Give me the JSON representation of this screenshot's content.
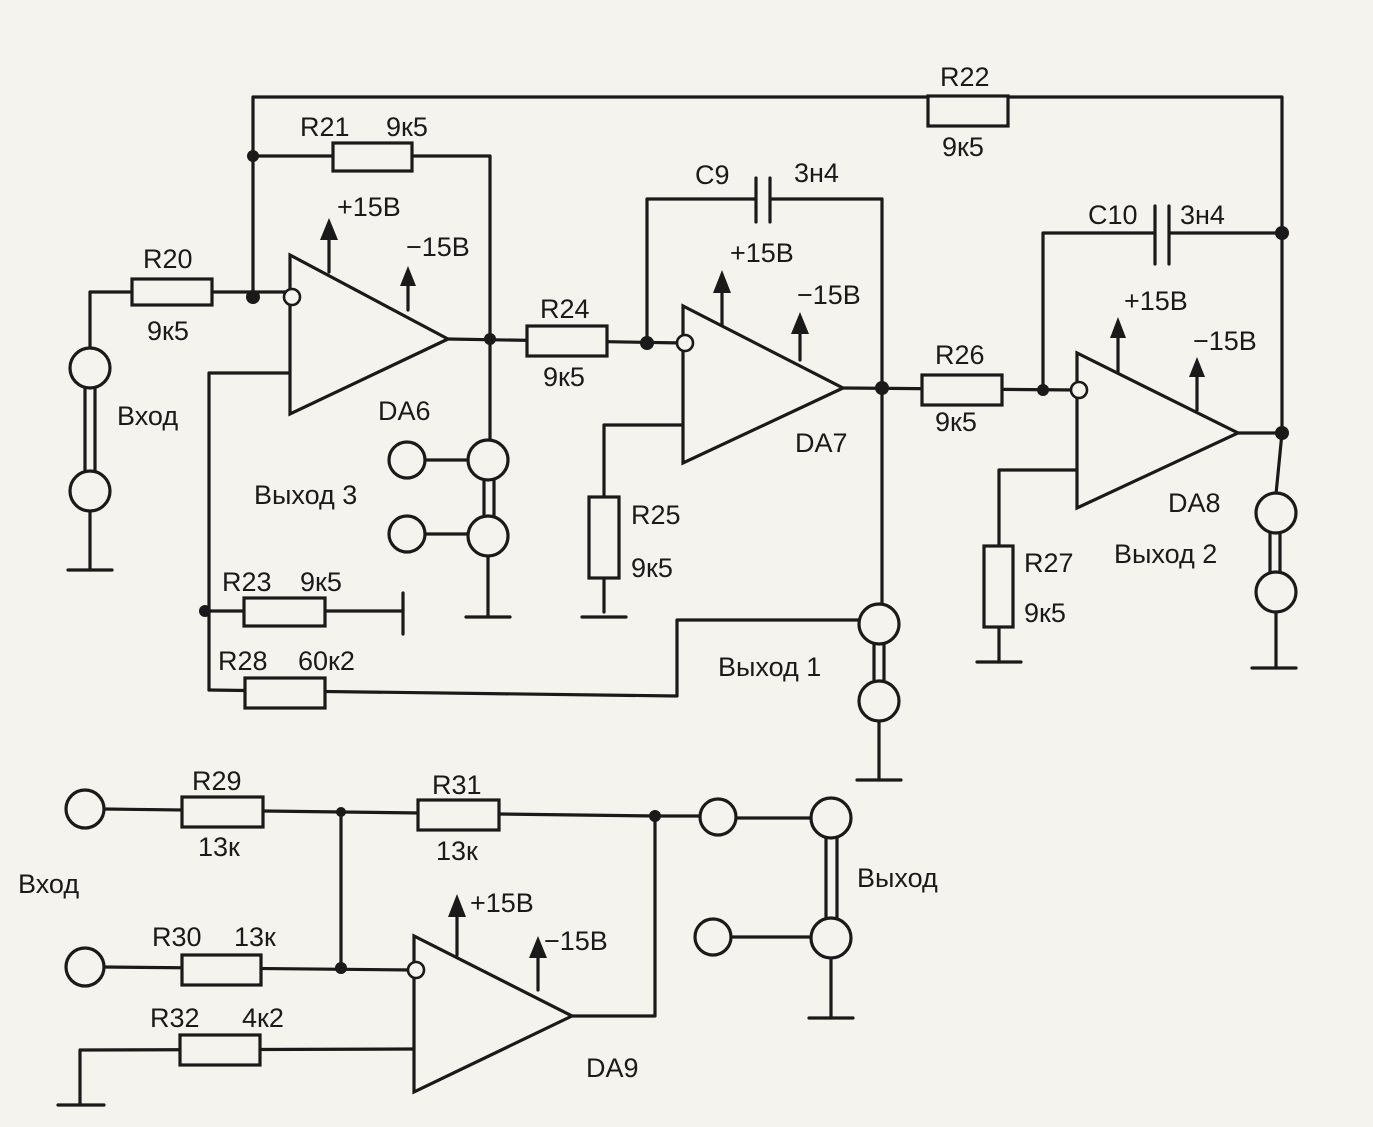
{
  "components": {
    "R20": {
      "name": "R20",
      "value": "9к5"
    },
    "R21": {
      "name": "R21",
      "value": "9к5"
    },
    "R22": {
      "name": "R22",
      "value": "9к5"
    },
    "R23": {
      "name": "R23",
      "value": "9к5"
    },
    "R24": {
      "name": "R24",
      "value": "9к5"
    },
    "R25": {
      "name": "R25",
      "value": "9к5"
    },
    "R26": {
      "name": "R26",
      "value": "9к5"
    },
    "R27": {
      "name": "R27",
      "value": "9к5"
    },
    "R28": {
      "name": "R28",
      "value": "60к2"
    },
    "R29": {
      "name": "R29",
      "value": "13к"
    },
    "R30": {
      "name": "R30",
      "value": "13к"
    },
    "R31": {
      "name": "R31",
      "value": "13к"
    },
    "R32": {
      "name": "R32",
      "value": "4к2"
    },
    "C9": {
      "name": "C9",
      "value": "3н4"
    },
    "C10": {
      "name": "C10",
      "value": "3н4"
    }
  },
  "opamps": {
    "DA6": "DA6",
    "DA7": "DA7",
    "DA8": "DA8",
    "DA9": "DA9"
  },
  "supply": {
    "pos": "+15В",
    "neg": "−15В"
  },
  "ports": {
    "input_1": "Вход",
    "input_2": "Вход",
    "output_1": "Выход 1",
    "output_2": "Выход 2",
    "output_3": "Выход 3",
    "output_4": "Выход"
  }
}
